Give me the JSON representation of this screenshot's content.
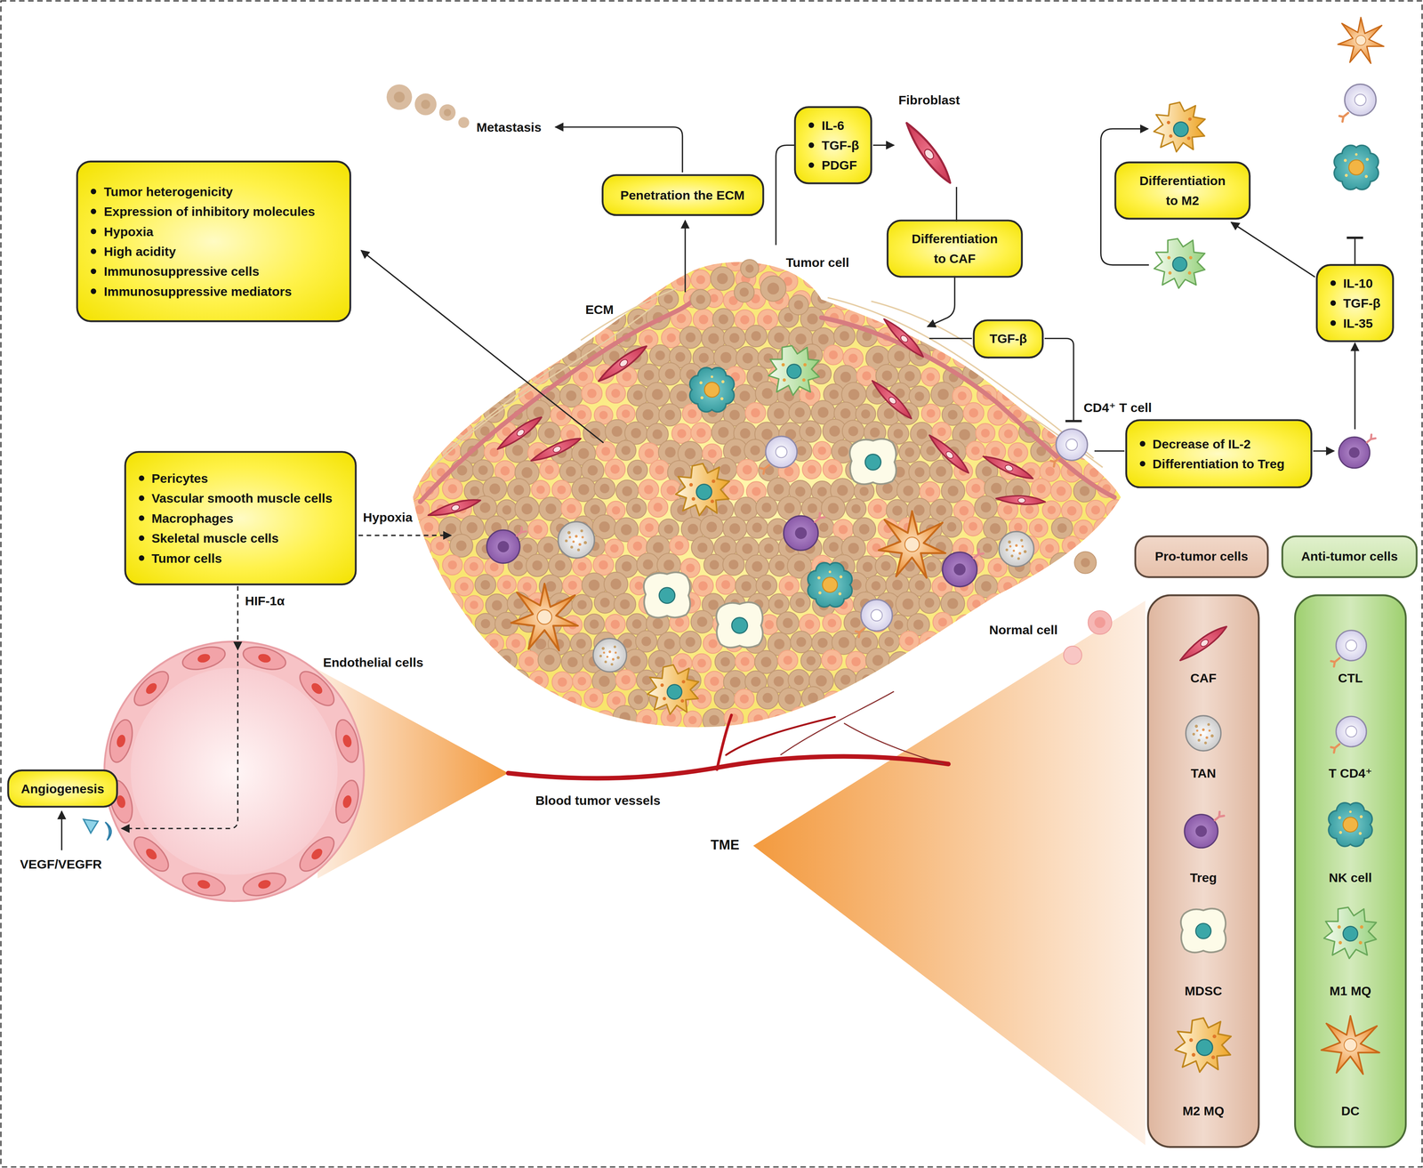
{
  "diagram": {
    "nodes": [
      {
        "text": [
          "Tumor heterogenicity",
          "Expression of inhibitory molecules",
          "Hypoxia",
          "High acidity",
          "Immunosuppressive cells",
          "Immunosuppressive mediators"
        ]
      },
      {
        "text": [
          "Penetration the ECM"
        ]
      },
      {
        "text": [
          "IL-6",
          "TGF-β",
          "PDGF"
        ]
      },
      {
        "text": [
          "Differentiation to CAF"
        ]
      },
      {
        "text": [
          "Differentiation to M2"
        ]
      },
      {
        "text": [
          "TGF-β"
        ]
      },
      {
        "text": [
          "IL-10",
          "TGF-β",
          "IL-35"
        ]
      },
      {
        "text": [
          "Decrease of IL-2",
          "Differentiation to Treg"
        ]
      },
      {
        "text": [
          "Pericytes",
          "Vascular smooth muscle cells",
          "Macrophages",
          "Skeletal muscle cells",
          "Tumor cells"
        ]
      },
      {
        "text": [
          "Pro-tumor cells"
        ]
      },
      {
        "text": [
          "Anti-tumor cells"
        ]
      },
      {
        "text": [
          "CAF",
          "TAN",
          "Treg",
          "MDSC",
          "M2 MQ"
        ]
      },
      {
        "text": [
          "CTL",
          "T CD4⁺",
          "NK cell",
          "M1 MQ",
          "DC"
        ]
      },
      {
        "text": [
          "Angiogenesis"
        ]
      }
    ],
    "edges": [
      {
        "from": 6,
        "to": 4,
        "arrow": "to"
      }
    ],
    "labels": [
      "Metastasis",
      "Fibroblast",
      "Tumor cell",
      "ECM",
      "CD4⁺ T cell",
      "Hypoxia",
      "HIF-1α",
      "Endothelial cells",
      "VEGF/VEGFR",
      "Blood tumor vessels",
      "Normal cell",
      "TME"
    ]
  }
}
